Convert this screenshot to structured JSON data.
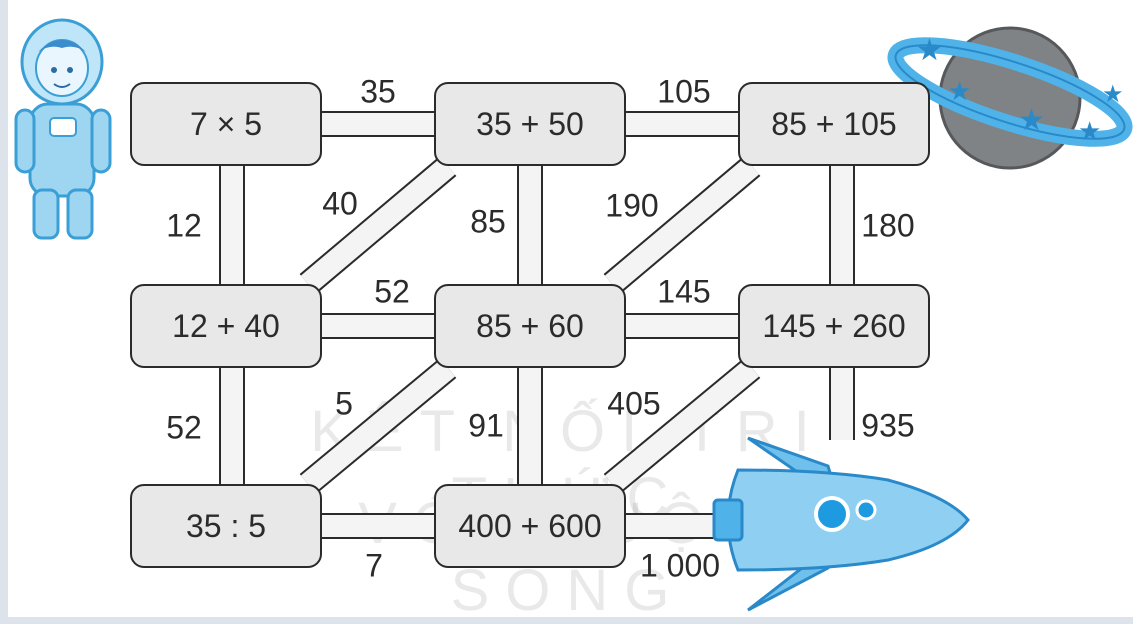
{
  "watermark": {
    "line1": "KẾT NỐI TRI THỨC",
    "line2": "VỚI CUỘC SỐNG"
  },
  "boxes": [
    {
      "id": "r1c1",
      "label": "7 × 5"
    },
    {
      "id": "r1c2",
      "label": "35 + 50"
    },
    {
      "id": "r1c3",
      "label": "85 + 105"
    },
    {
      "id": "r2c1",
      "label": "12 + 40"
    },
    {
      "id": "r2c2",
      "label": "85 + 60"
    },
    {
      "id": "r2c3",
      "label": "145 + 260"
    },
    {
      "id": "r3c1",
      "label": "35 : 5"
    },
    {
      "id": "r3c2",
      "label": "400 + 600"
    }
  ],
  "edges": [
    {
      "from": "r1c1",
      "to": "r1c2",
      "label": "35"
    },
    {
      "from": "r1c2",
      "to": "r1c3",
      "label": "105"
    },
    {
      "from": "r1c1",
      "to": "r2c1",
      "label": "12"
    },
    {
      "from": "r2c1",
      "to": "r1c2",
      "label": "40"
    },
    {
      "from": "r1c2",
      "to": "r2c2",
      "label": "85"
    },
    {
      "from": "r2c2",
      "to": "r1c3",
      "label": "190"
    },
    {
      "from": "r1c3",
      "to": "r2c3",
      "label": "180"
    },
    {
      "from": "r2c1",
      "to": "r2c2",
      "label": "52"
    },
    {
      "from": "r2c2",
      "to": "r2c3",
      "label": "145"
    },
    {
      "from": "r2c1",
      "to": "r3c1",
      "label": "52"
    },
    {
      "from": "r3c1",
      "to": "r2c2",
      "label": "5"
    },
    {
      "from": "r2c2",
      "to": "r3c2",
      "label": "91"
    },
    {
      "from": "r3c2",
      "to": "r2c3",
      "label": "405"
    },
    {
      "from": "r2c3",
      "to": "rocket",
      "label": "935"
    },
    {
      "from": "r3c1",
      "to": "r3c2",
      "label": "7"
    },
    {
      "from": "r3c2",
      "to": "rocket",
      "label": "1 000"
    }
  ],
  "colors": {
    "box_fill": "#e8e8e8",
    "box_border": "#2b2b2b",
    "pipe_fill": "#f4f4f4",
    "planet": "#7f8386",
    "ring": "#4fb3ea",
    "rocket": "#8fd0f2",
    "astronaut": "#9ed6f2"
  }
}
